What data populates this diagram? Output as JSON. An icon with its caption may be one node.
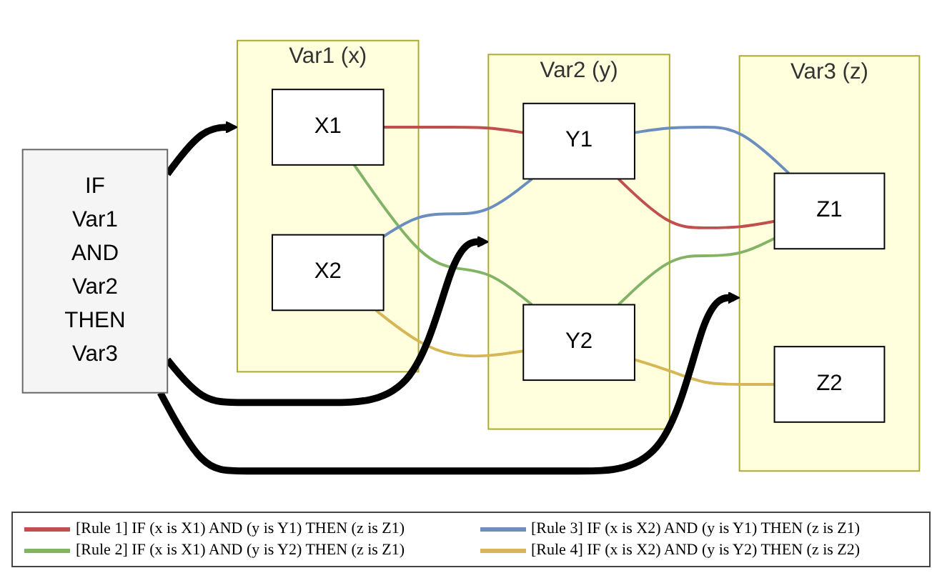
{
  "diagram": {
    "nodes": [
      {
        "text": [
          "IF",
          "Var1",
          "AND",
          "Var2",
          "THEN",
          "Var3"
        ]
      },
      {
        "text": [
          "Var1 (x)"
        ]
      },
      {
        "text": [
          "X1"
        ],
        "in": 1
      },
      {
        "text": [
          "X2"
        ],
        "in": 1
      },
      {
        "text": [
          "Var2 (y)"
        ]
      },
      {
        "text": [
          "Y1"
        ],
        "in": 4
      },
      {
        "text": [
          "Y2"
        ],
        "in": 4
      },
      {
        "text": [
          "Var3 (z)"
        ]
      },
      {
        "text": [
          "Z1"
        ],
        "in": 7
      },
      {
        "text": [
          "Z2"
        ],
        "in": 7
      }
    ],
    "edges": [
      {
        "from": 0,
        "to": 1,
        "arrow": "to",
        "style": "thick"
      },
      {
        "from": 0,
        "to": 4,
        "arrow": "to",
        "style": "thick"
      },
      {
        "from": 0,
        "to": 7,
        "arrow": "to",
        "style": "thick"
      },
      {
        "from": 2,
        "to": 5,
        "arrow": "none",
        "color": "#c0504d"
      },
      {
        "from": 2,
        "to": 6,
        "arrow": "none",
        "color": "#82b366"
      },
      {
        "from": 3,
        "to": 5,
        "arrow": "none",
        "color": "#6c8ebf"
      },
      {
        "from": 3,
        "to": 6,
        "arrow": "none",
        "color": "#d6b656"
      },
      {
        "from": 5,
        "to": 8,
        "arrow": "none",
        "color": "#6c8ebf"
      },
      {
        "from": 5,
        "to": 8,
        "arrow": "none",
        "color": "#c0504d"
      },
      {
        "from": 6,
        "to": 8,
        "arrow": "none",
        "color": "#82b366"
      },
      {
        "from": 6,
        "to": 9,
        "arrow": "none",
        "color": "#d6b656"
      }
    ],
    "legend": [
      {
        "text": "[Rule 1] IF (x is X1) AND (y is Y1) THEN (z is Z1)",
        "color": "#c0504d"
      },
      {
        "text": "[Rule 3] IF (x is X2) AND (y is Y1) THEN (z is Z1)",
        "color": "#6c8ebf"
      },
      {
        "text": "[Rule 2] IF (x is X1) AND (y is Y2) THEN (z is Z1)",
        "color": "#82b366"
      },
      {
        "text": "[Rule 4] IF (x is X2) AND (y is Y2) THEN (z is Z2)",
        "color": "#d6b656"
      }
    ]
  }
}
